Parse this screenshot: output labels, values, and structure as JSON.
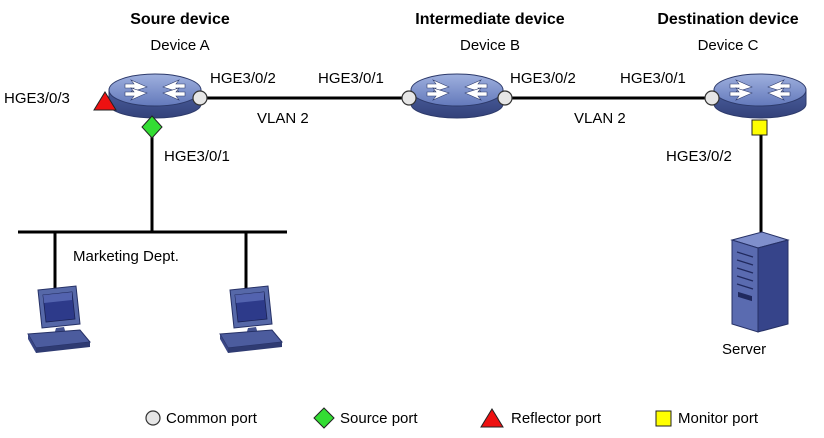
{
  "devices": {
    "a": {
      "role": "Soure device",
      "name": "Device A"
    },
    "b": {
      "role": "Intermediate device",
      "name": "Device B"
    },
    "c": {
      "role": "Destination device",
      "name": "Device C"
    }
  },
  "ports": {
    "a_reflector": "HGE3/0/3",
    "a_to_b": "HGE3/0/2",
    "a_source": "HGE3/0/1",
    "b_from_a": "HGE3/0/1",
    "b_to_c": "HGE3/0/2",
    "c_from_b": "HGE3/0/1",
    "c_monitor": "HGE3/0/2"
  },
  "links": {
    "ab_vlan": "VLAN 2",
    "bc_vlan": "VLAN 2"
  },
  "segment_label": "Marketing Dept.",
  "server_label": "Server",
  "legend": {
    "common": "Common port",
    "source": "Source port",
    "reflector": "Reflector port",
    "monitor": "Monitor port"
  },
  "colors": {
    "common_port": "#e6e6e6",
    "source_port": "#33dd33",
    "reflector_port": "#ee1111",
    "monitor_port": "#ffff00",
    "switch_body": "#5f73b5"
  }
}
